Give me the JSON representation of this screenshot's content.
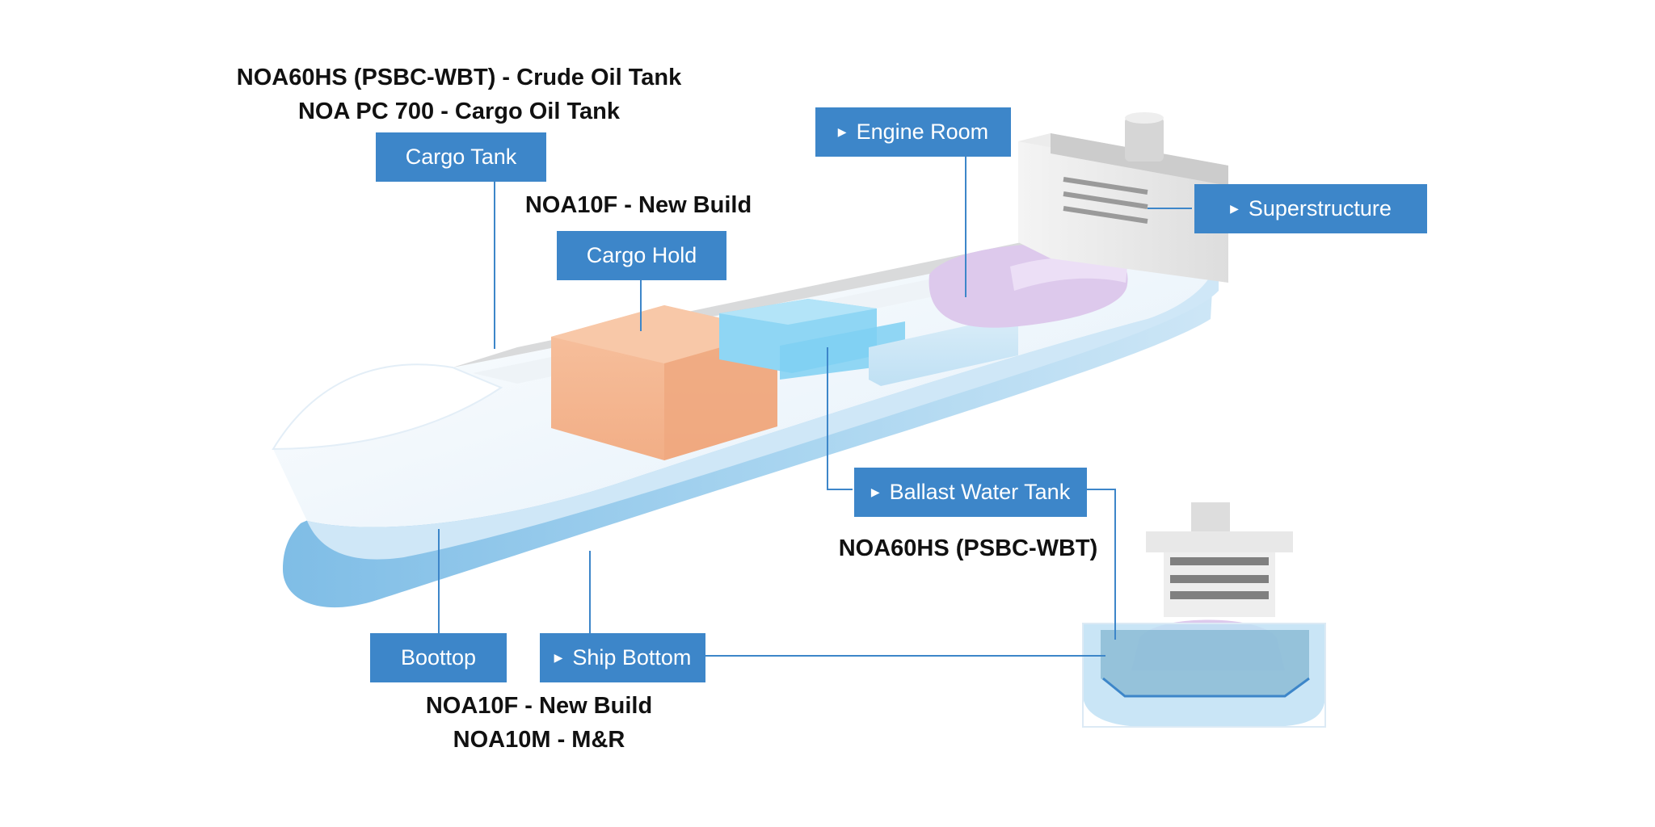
{
  "colors": {
    "label_bg": "#3d86c9",
    "label_text": "#ffffff",
    "connector": "#3d86c9",
    "hull_top": "#eef5fc",
    "hull_underwater": "#8ac3e8",
    "cargo_hold": "#f4b48c",
    "ballast_tank": "#7fd0f2",
    "engine_room": "#d9c3ea",
    "deck_grey": "#d9dadb"
  },
  "labels": {
    "cargo_tank": {
      "text": "Cargo Tank",
      "arrow": false
    },
    "cargo_hold": {
      "text": "Cargo Hold",
      "arrow": false
    },
    "engine_room": {
      "text": "Engine Room",
      "arrow": true,
      "arrow_icon": "triangle-right-icon"
    },
    "superstructure": {
      "text": "Superstructure",
      "arrow": true,
      "arrow_icon": "triangle-right-icon"
    },
    "ballast_water_tank": {
      "text": "Ballast Water Tank",
      "arrow": true,
      "arrow_icon": "triangle-right-icon"
    },
    "boottop": {
      "text": "Boottop",
      "arrow": false
    },
    "ship_bottom": {
      "text": "Ship Bottom",
      "arrow": true,
      "arrow_icon": "triangle-right-icon"
    }
  },
  "products": {
    "cargo_tank": [
      "NOA60HS (PSBC-WBT) - Crude Oil Tank",
      "NOA PC 700 - Cargo Oil Tank"
    ],
    "cargo_hold": [
      "NOA10F - New Build"
    ],
    "ballast_water_tank": [
      "NOA60HS (PSBC-WBT)"
    ],
    "bottom": [
      "NOA10F - New Build",
      "NOA10M - M&R"
    ]
  }
}
